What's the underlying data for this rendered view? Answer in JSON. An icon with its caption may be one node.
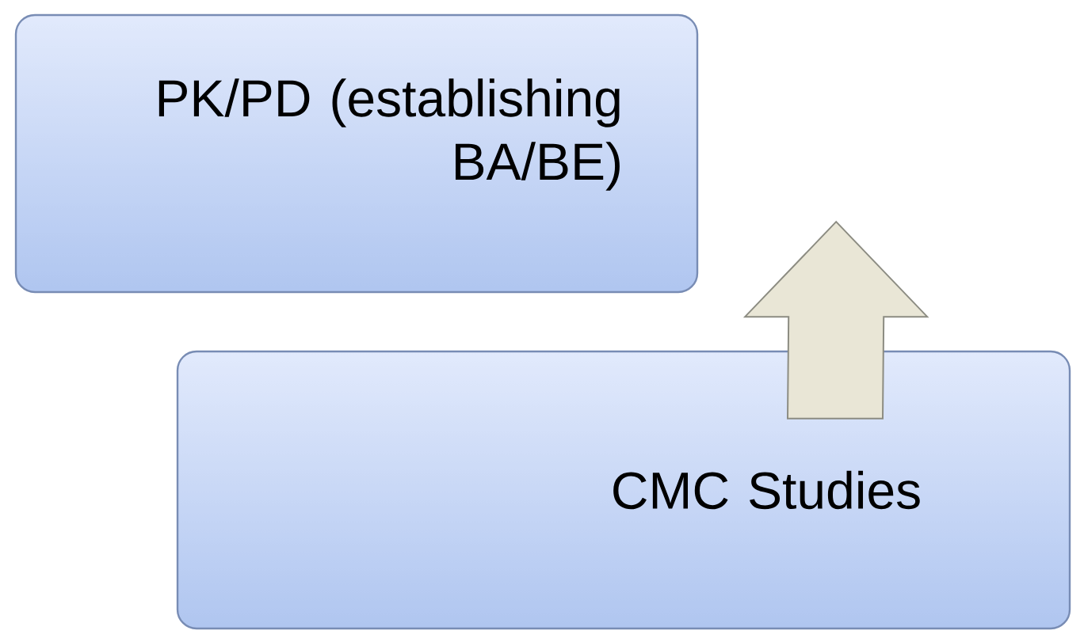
{
  "diagram": {
    "nodes": [
      {
        "text": [
          "PK/PD (establishing BA/BE)"
        ]
      },
      {
        "text": [
          "CMC Studies"
        ]
      }
    ],
    "edges": [
      {
        "from": 1,
        "to": 0,
        "arrow": "to"
      }
    ]
  }
}
